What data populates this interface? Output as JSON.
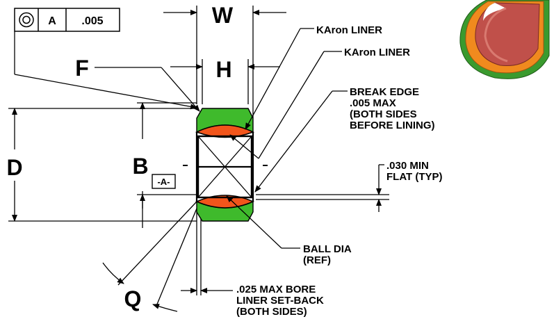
{
  "feature_control_frame": {
    "symbol": "concentricity-icon",
    "datum": "A",
    "tolerance": ".005"
  },
  "dimensions": {
    "W": "W",
    "H": "H",
    "F": "F",
    "D": "D",
    "B": "B",
    "Q": "Q"
  },
  "datum_label": "-A-",
  "callouts": {
    "liner_1": "KAron LINER",
    "liner_2": "KAron LINER",
    "break_edge": [
      "BREAK EDGE",
      ".005 MAX",
      "(BOTH SIDES",
      "BEFORE LINING)"
    ],
    "flat": [
      ".030 MIN",
      "FLAT (TYP)"
    ],
    "ball_dia": [
      "BALL DIA",
      "(REF)"
    ],
    "bore_liner": [
      ".025 MAX BORE",
      "LINER SET-BACK",
      "(BOTH SIDES)"
    ]
  },
  "colors": {
    "outer_race": "#3fba2c",
    "liner": "#f2551b",
    "liner_dark": "#c63c10",
    "iso_outer": "#3a9a2e",
    "iso_inner": "#c0504a",
    "iso_liner": "#f08a1e"
  }
}
